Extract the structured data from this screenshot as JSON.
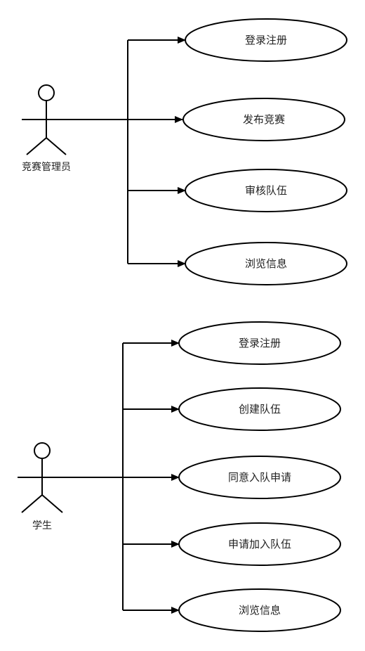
{
  "actors": [
    {
      "name": "竞赛管理员",
      "use_cases": [
        "登录注册",
        "发布竞赛",
        "审核队伍",
        "浏览信息"
      ]
    },
    {
      "name": "学生",
      "use_cases": [
        "登录注册",
        "创建队伍",
        "同意入队申请",
        "申请加入队伍",
        "浏览信息"
      ]
    }
  ],
  "colors": {
    "stroke": "#000000",
    "fill": "#ffffff",
    "text": "#222222"
  }
}
